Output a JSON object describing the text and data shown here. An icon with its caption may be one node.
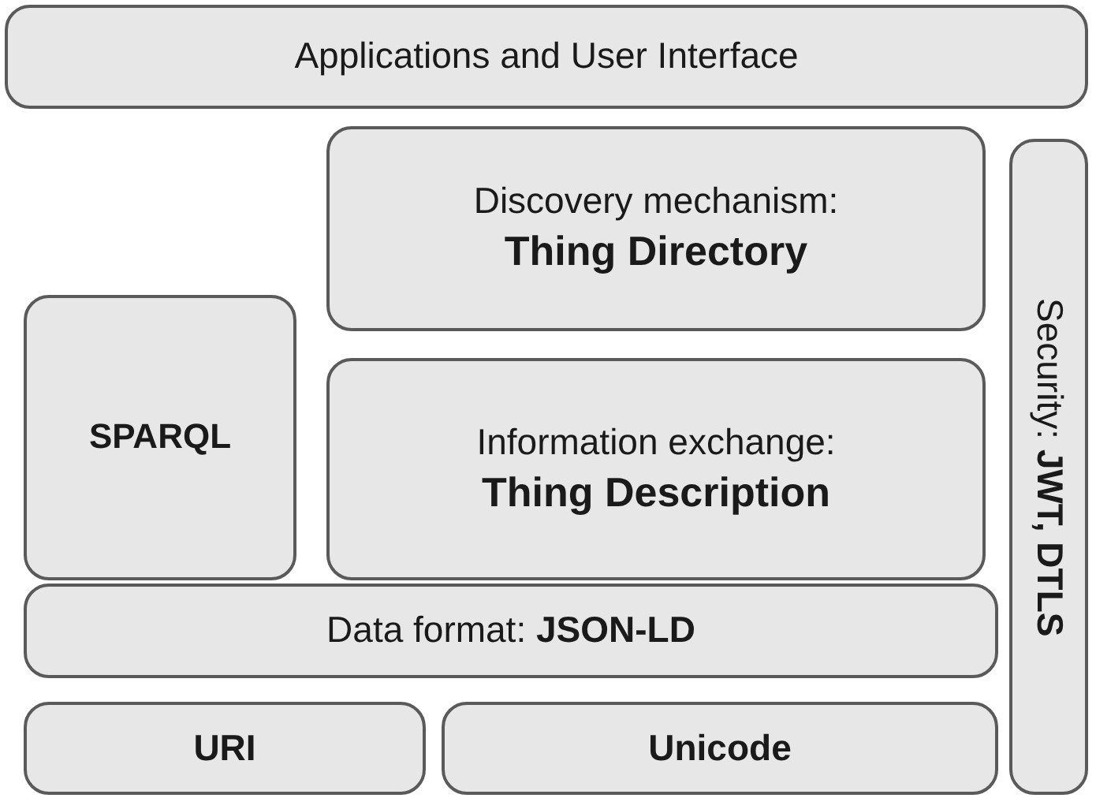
{
  "diagram": {
    "nodes": [
      {
        "text": [
          "Applications and User Interface"
        ]
      },
      {
        "text": [
          "Discovery mechanism:",
          "Thing Directory"
        ]
      },
      {
        "text": [
          "SPARQL"
        ]
      },
      {
        "text": [
          "Information exchange:",
          "Thing Description"
        ]
      },
      {
        "text": [
          "Data format: **JSON-LD**"
        ]
      },
      {
        "text": [
          "URI"
        ]
      },
      {
        "text": [
          "Unicode"
        ]
      },
      {
        "text": [
          "Security: **JWT, DTLS**"
        ]
      }
    ]
  }
}
